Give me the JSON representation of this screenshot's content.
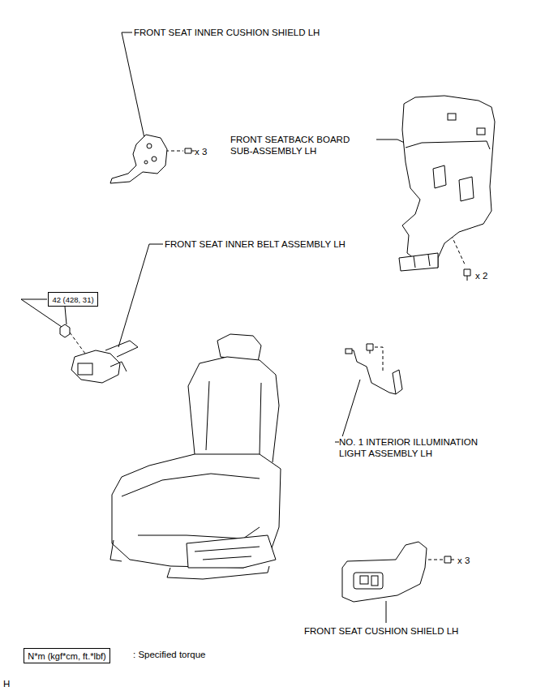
{
  "diagram": {
    "nodes": [
      {
        "text": [
          "42 (428, 31)"
        ]
      },
      {
        "text": [
          "N*m (kgf*cm, ft.*lbf)"
        ]
      }
    ],
    "labels": [
      "FRONT SEAT INNER CUSHION SHIELD LH",
      "x 3",
      "FRONT SEATBACK BOARD SUB-ASSEMBLY LH",
      "x 2",
      "FRONT SEAT INNER BELT ASSEMBLY LH",
      "NO. 1 INTERIOR ILLUMINATION LIGHT ASSEMBLY LH",
      "FRONT SEAT CUSHION SHIELD LH",
      "x 3",
      ": Specified torque",
      "H"
    ]
  }
}
